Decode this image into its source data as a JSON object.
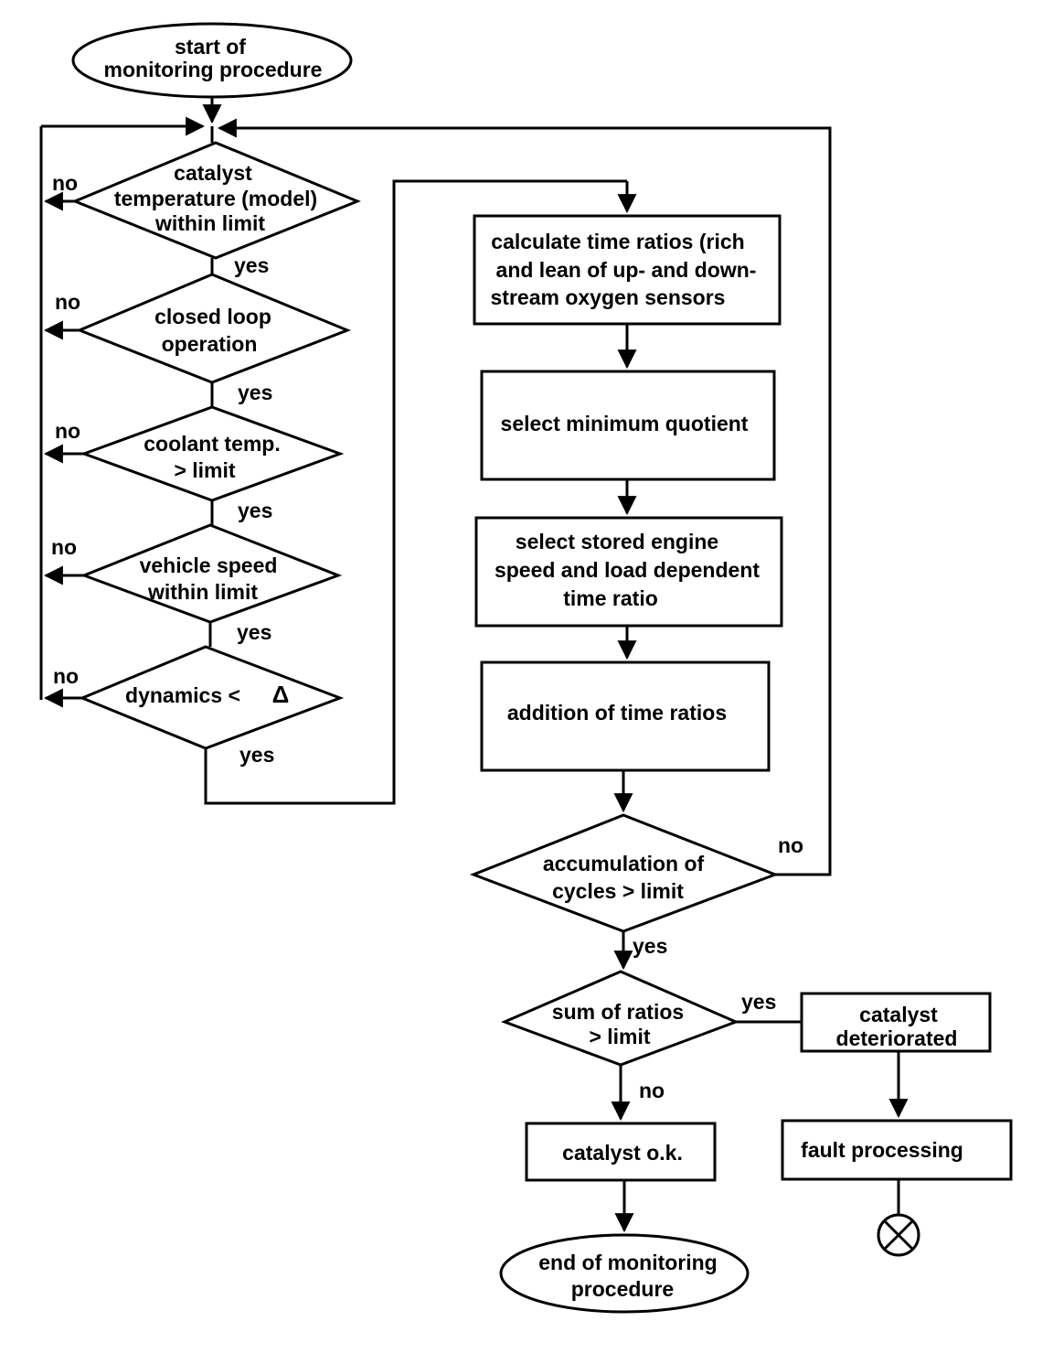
{
  "start": {
    "line1": "start of",
    "line2": "monitoring procedure"
  },
  "decisions": {
    "catalyst_temp": {
      "line1": "catalyst",
      "line2": "temperature (model)",
      "line3": "within limit"
    },
    "closed_loop": {
      "line1": "closed loop",
      "line2": "operation"
    },
    "coolant": {
      "line1": "coolant temp.",
      "line2": "> limit"
    },
    "vehicle_speed": {
      "line1": "vehicle speed",
      "line2": "within limit"
    },
    "dynamics": {
      "line1": "dynamics <",
      "symbol": "Δ"
    },
    "accumulation": {
      "line1": "accumulation of",
      "line2": "cycles  > limit"
    },
    "sum": {
      "line1": "sum of ratios",
      "line2": "> limit"
    }
  },
  "processes": {
    "calc": {
      "line1": "calculate time ratios (rich",
      "line2": "and lean of up- and down-",
      "line3": "stream oxygen sensors"
    },
    "select_min": {
      "line1": "select minimum quotient"
    },
    "select_stored": {
      "line1": "select stored engine",
      "line2": "speed and load dependent",
      "line3": "time ratio"
    },
    "addition": {
      "line1": "addition of time ratios"
    },
    "deteriorated": {
      "line1": "catalyst",
      "line2": "deteriorated"
    },
    "ok": {
      "line1": "catalyst o.k."
    },
    "fault": {
      "line1": "fault processing"
    }
  },
  "end": {
    "line1": "end of monitoring",
    "line2": "procedure"
  },
  "labels": {
    "yes": "yes",
    "no": "no"
  }
}
